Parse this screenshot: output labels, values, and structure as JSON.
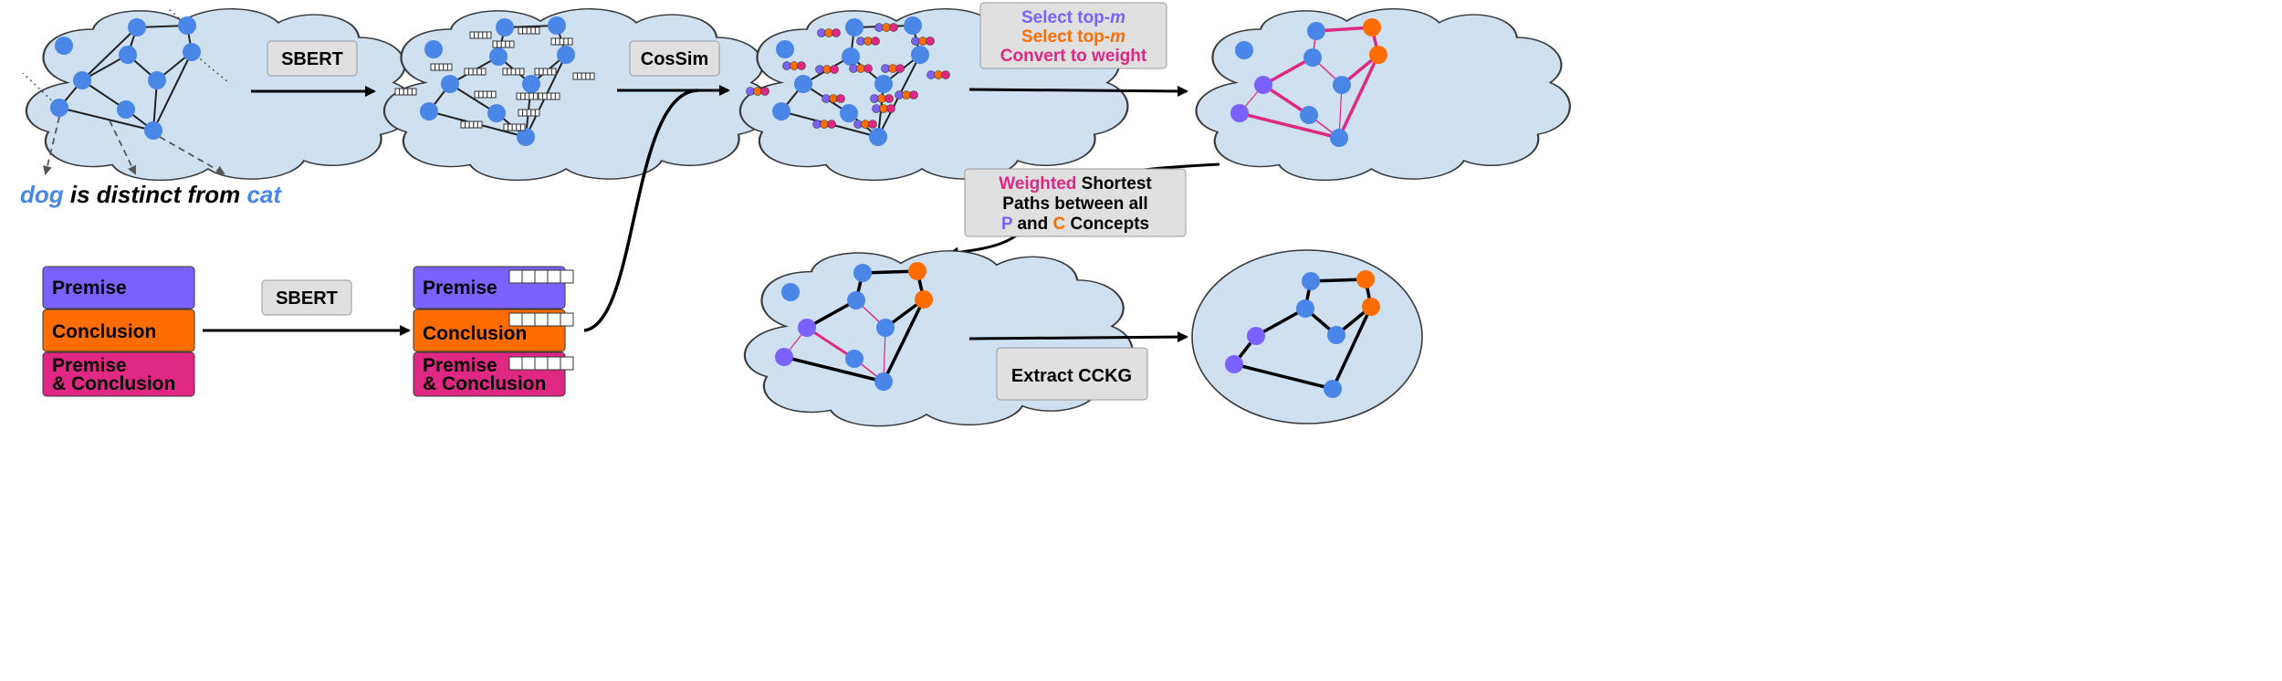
{
  "labels": {
    "sbert_top": "SBERT",
    "sbert_bottom": "SBERT",
    "cossim": "CosSim",
    "extract": "Extract CCKG"
  },
  "example_sentence": {
    "word1": "dog",
    "middle": " is distinct from ",
    "word2": "cat"
  },
  "select_box": {
    "line1_prefix": "Select top-",
    "line1_var": "m",
    "line2_prefix": "Select top-",
    "line2_var": "m",
    "line3": "Convert to weight"
  },
  "paths_box": {
    "l1_a": "Weighted",
    "l1_b": " Shortest",
    "l2": "Paths between all",
    "l3_p": "P",
    "l3_and": " and ",
    "l3_c": "C",
    "l3_rest": " Concepts"
  },
  "inputs_left": {
    "premise": "Premise",
    "conclusion": "Conclusion",
    "both_l1": "Premise",
    "both_l2": "& Conclusion"
  },
  "inputs_right": {
    "premise": "Premise",
    "conclusion": "Conclusion",
    "both_l1": "Premise",
    "both_l2": "& Conclusion"
  },
  "colors": {
    "cloud_fill": "#cfe0f1",
    "cloud_stroke": "#3a3a3a",
    "node_blue": "#4a86e8",
    "node_purple": "#7b61ff",
    "node_orange": "#ff6d01",
    "magenta": "#de2883",
    "box_fill": "#e0e0e0",
    "premise": "#7b61ff",
    "conclusion": "#ff6d01",
    "both": "#de2883"
  }
}
